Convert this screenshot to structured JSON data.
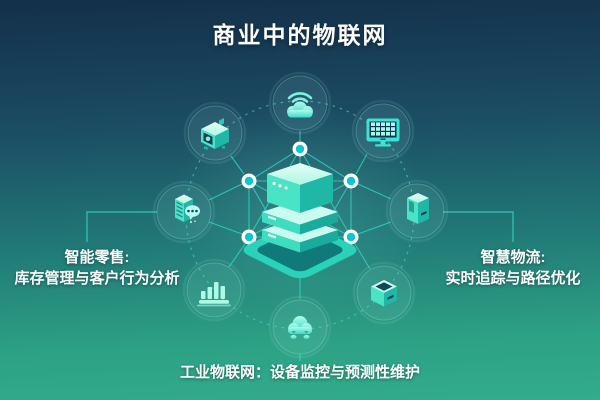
{
  "title": "商业中的物联网",
  "labels": {
    "left": {
      "heading": "智能零售:",
      "desc": "库存管理与客户行为分析"
    },
    "right": {
      "heading": "智慧物流:",
      "desc": "实时追踪与路径优化"
    },
    "bottom": {
      "text": "工业物联网：设备监控与预测性维护"
    }
  },
  "center_node": {
    "icon": "server-stack-icon",
    "meaning": "central IoT data hub"
  },
  "ring_icons": [
    {
      "position": "top",
      "icon": "cloud-wifi-icon"
    },
    {
      "position": "top-left",
      "icon": "camera-device-icon"
    },
    {
      "position": "top-right",
      "icon": "monitor-grid-icon"
    },
    {
      "position": "left",
      "icon": "server-chat-icon"
    },
    {
      "position": "right",
      "icon": "server-tower-icon"
    },
    {
      "position": "bottom-left",
      "icon": "bar-chart-icon"
    },
    {
      "position": "bottom-right",
      "icon": "package-box-icon"
    },
    {
      "position": "bottom",
      "icon": "cloud-robot-icon"
    }
  ],
  "colors": {
    "background_top": "#142f4a",
    "background_bottom": "#32ac8c",
    "line": "#2fd8c6",
    "node_core": "#0bc7cf",
    "icon_mint": "#5ceccd",
    "text_color": "#ffffff"
  }
}
